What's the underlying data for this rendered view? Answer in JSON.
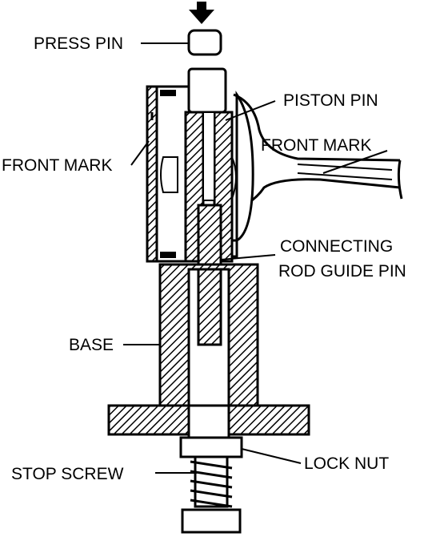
{
  "diagram": {
    "labels": {
      "press_pin": "PRESS PIN",
      "piston_pin": "PISTON PIN",
      "front_mark_left": "FRONT MARK",
      "front_mark_right": "FRONT MARK",
      "connecting_line1": "CONNECTING",
      "connecting_line2": "ROD GUIDE PIN",
      "base": "BASE",
      "stop_screw": "STOP SCREW",
      "lock_nut": "LOCK NUT"
    },
    "colors": {
      "ink": "#000000",
      "paper": "#ffffff"
    },
    "icons": {
      "force": "down-arrow-icon"
    }
  }
}
